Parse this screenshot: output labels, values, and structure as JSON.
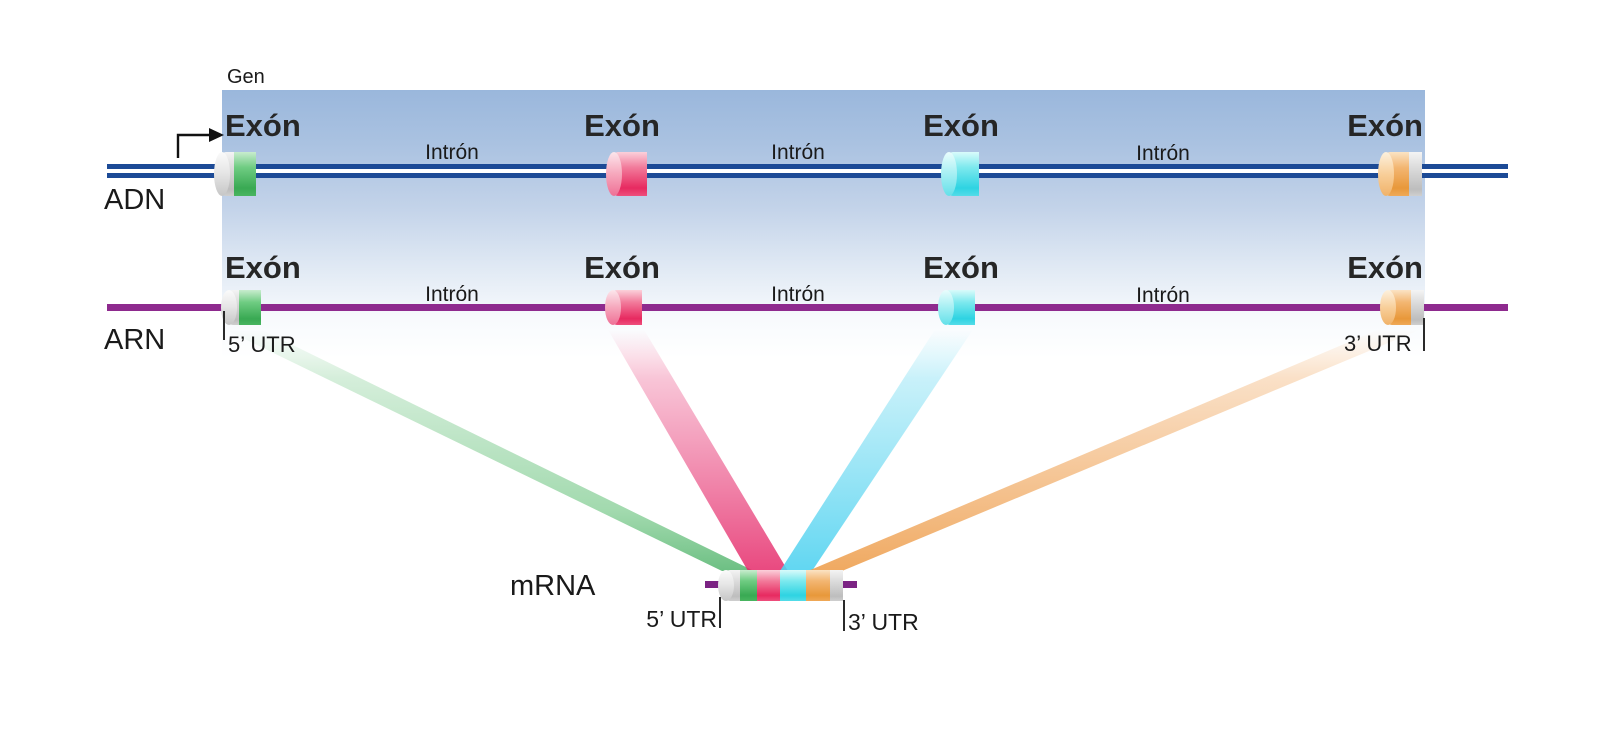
{
  "labels": {
    "gene": "Gen",
    "adn": "ADN",
    "arn": "ARN",
    "mrna": "mRNA",
    "exon": "Exón",
    "intron": "Intrón",
    "utr5": "5’ UTR",
    "utr3": "3’ UTR"
  },
  "colors": {
    "gene_box_top": "#9ab7dc",
    "dna_line": "#1c4a96",
    "rna_line": "#8e2a8e",
    "mrna_line": "#7b2383",
    "exon_green": "#45b45c",
    "exon_pink": "#e8336a",
    "exon_cyan": "#3cd6e6",
    "exon_orange": "#eda24f",
    "utr_segment_gray": "#cfcfcf"
  }
}
